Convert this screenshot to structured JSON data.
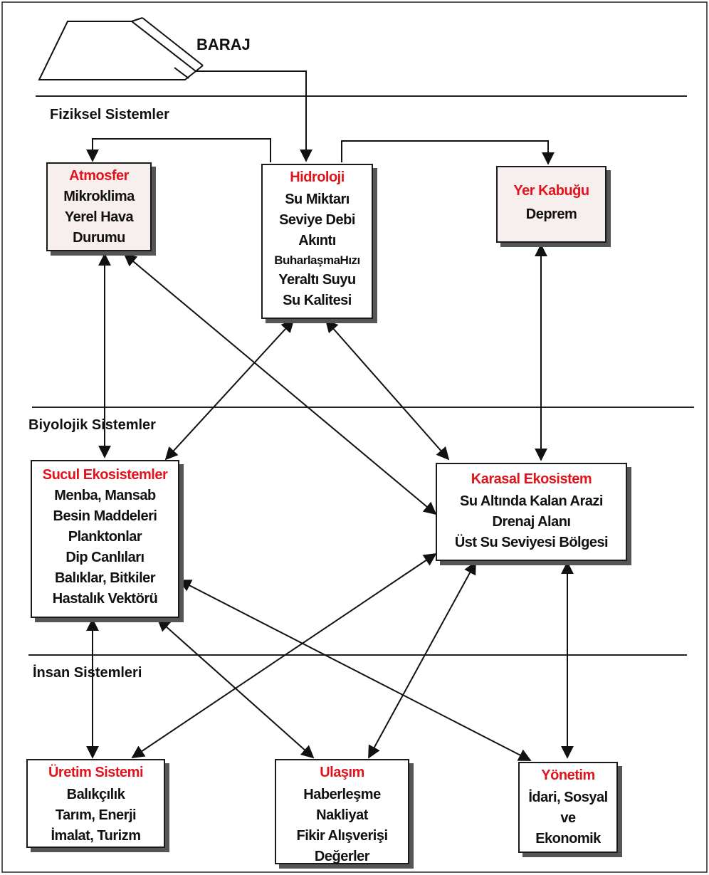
{
  "dam": {
    "label": "BARAJ"
  },
  "sections": {
    "physical": "Fiziksel Sistemler",
    "biological": "Biyolojik  Sistemler",
    "human": "İnsan Sistemleri"
  },
  "boxes": {
    "atmosfer": {
      "title": "Atmosfer",
      "lines": [
        "Mikroklima",
        "Yerel Hava",
        "Durumu"
      ]
    },
    "hidroloji": {
      "title": "Hidroloji",
      "lines": [
        "Su Miktarı",
        "Seviye Debi",
        "Akıntı",
        "BuharlaşmaHızı",
        "Yeraltı Suyu",
        "Su Kalitesi"
      ]
    },
    "yer_kabugu": {
      "title": "Yer Kabuğu",
      "lines": [
        "Deprem"
      ]
    },
    "sucul": {
      "title": "Sucul Ekosistemler",
      "lines": [
        "Menba, Mansab",
        "Besin Maddeleri",
        "Planktonlar",
        "Dip Canlıları",
        "Balıklar, Bitkiler",
        "Hastalık Vektörü"
      ]
    },
    "karasal": {
      "title": "Karasal Ekosistem",
      "lines": [
        "Su Altında Kalan Arazi",
        "Drenaj Alanı",
        "Üst Su Seviyesi Bölgesi"
      ]
    },
    "uretim": {
      "title": "Üretim Sistemi",
      "lines": [
        "Balıkçılık",
        "Tarım, Enerji",
        "İmalat, Turizm"
      ]
    },
    "ulasim": {
      "title": "Ulaşım",
      "lines": [
        "Haberleşme",
        "Nakliyat",
        "Fikir Alışverişi",
        "Değerler"
      ]
    },
    "yonetim": {
      "title": "Yönetim",
      "lines": [
        "İdari, Sosyal",
        "ve",
        "Ekonomik"
      ]
    }
  },
  "colors": {
    "title_red": "#e0141c",
    "ink": "#111111",
    "shadow": "#555555"
  }
}
